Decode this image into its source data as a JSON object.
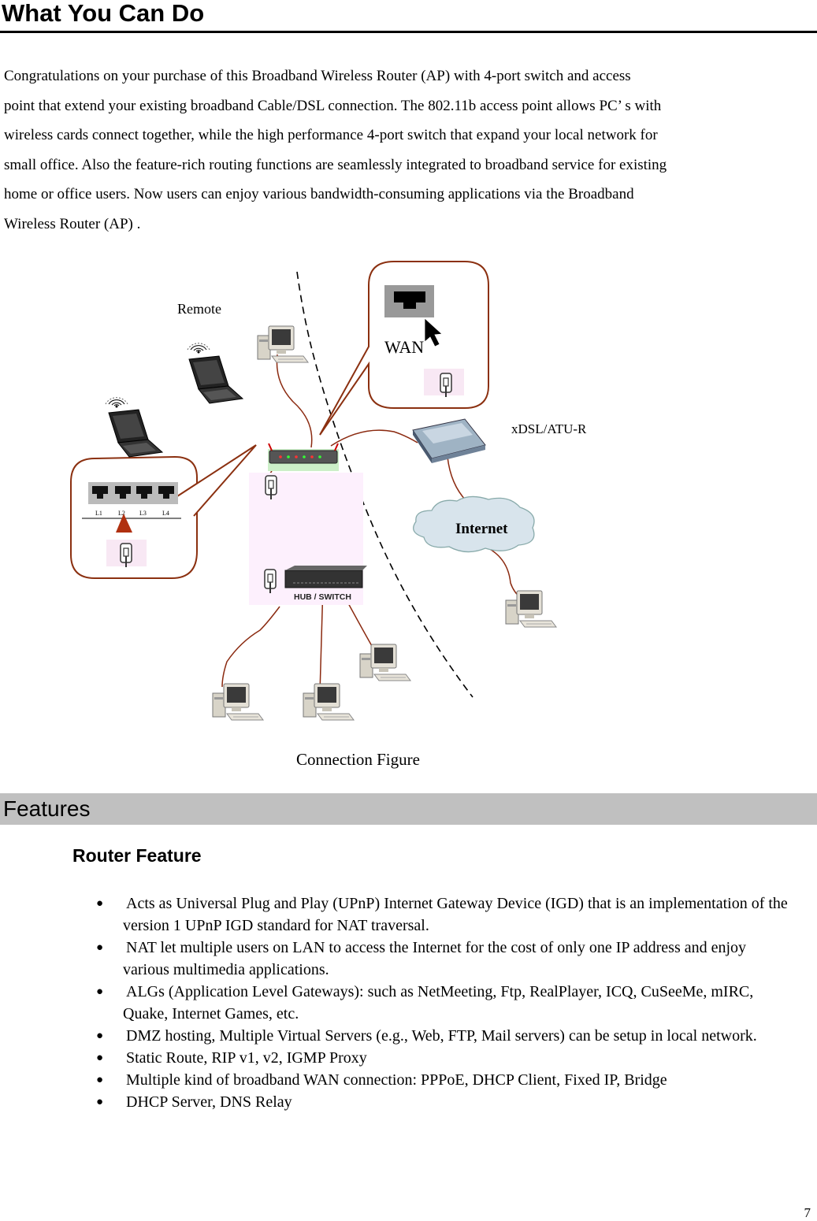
{
  "header": {
    "title": "What You Can Do"
  },
  "intro": {
    "lines": [
      "Congratulations on your purchase of this Broadband Wireless Router (AP) with 4-port switch and access",
      "point that extend your existing broadband Cable/DSL connection. The 802.11b access point allows PC’ s with",
      "wireless cards connect together, while the high performance 4-port switch that expand your local network for",
      "small office. Also the feature-rich routing functions are seamlessly integrated to broadband service for existing",
      "home or office users. Now users can enjoy various bandwidth-consuming applications via the Broadband",
      "Wireless Router (AP) ."
    ]
  },
  "figure": {
    "remote_label": "Remote",
    "wan_label": "WAN",
    "xdsl_label": "xDSL/ATU-R",
    "internet_label": "Internet",
    "hub_label": "HUB / SWITCH",
    "lan_ports": [
      "L1",
      "L2",
      "L3",
      "L4"
    ],
    "caption": "Connection Figure"
  },
  "features": {
    "title": "Features",
    "subheading": "Router Feature",
    "items": [
      "Acts as Universal Plug and Play (UPnP) Internet Gateway Device (IGD) that is an implementation of the version 1 UPnP IGD standard for NAT traversal.",
      "NAT let multiple users on LAN to access the Internet for the cost of only one IP address and enjoy various multimedia applications.",
      "ALGs (Application Level Gateways): such as NetMeeting, Ftp, RealPlayer, ICQ, CuSeeMe, mIRC, Quake, Internet Games, etc.",
      "DMZ hosting, Multiple Virtual Servers (e.g., Web, FTP, Mail servers) can be setup in local network.",
      "Static Route, RIP v1, v2, IGMP Proxy",
      "Multiple kind of broadband WAN connection: PPPoE, DHCP Client, Fixed IP, Bridge",
      "DHCP Server, DNS Relay"
    ]
  },
  "page_number": "7",
  "colors": {
    "cable": "#8b2a10",
    "features_bar": "#c0c0c0",
    "hub_area": "#fdf0fd",
    "cloud_fill": "#d8e4ec",
    "arrow": "#b03010"
  }
}
